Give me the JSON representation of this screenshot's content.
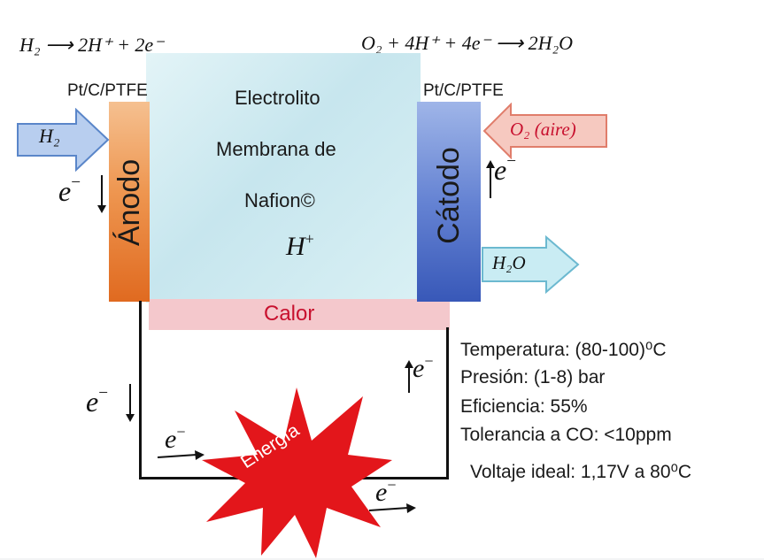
{
  "equations": {
    "anode": "H₂ ⟶ 2H⁺ + 2e⁻",
    "cathode": "O₂ + 4H⁺ + 4e⁻ ⟶ 2H₂O"
  },
  "electrodes": {
    "anode_catalyst": "Pt/C/PTFE",
    "cathode_catalyst": "Pt/C/PTFE",
    "anode_label": "Ánodo",
    "cathode_label": "Cátodo"
  },
  "electrolyte": {
    "line1": "Electrolito",
    "line2": "Membrana de",
    "line3": "Nafion©",
    "ion": "H",
    "ion_charge": "+"
  },
  "arrows": {
    "h2_in": "H₂",
    "o2_in": "O₂ (aire)",
    "h2o_out": "H₂O"
  },
  "electron": {
    "symbol": "e",
    "charge": "−"
  },
  "heat": "Calor",
  "energy": "Energía",
  "specs": [
    "Temperatura: (80-100)⁰C",
    "Presión: (1-8) bar",
    "Eficiencia: 55%",
    "Tolerancia a CO: <10ppm",
    "Voltaje ideal: 1,17V a 80⁰C"
  ],
  "colors": {
    "anode_top": "#f5c090",
    "anode_bottom": "#e06a20",
    "cathode_top": "#9fb5e8",
    "cathode_bottom": "#3858b8",
    "membrane": "#cfe9ef",
    "h2_arrow": "#b8ceef",
    "o2_arrow": "#f6c9c0",
    "h2o_arrow": "#c9ecf3",
    "heat_band": "#f4c8cc",
    "energy_star": "#e3161b"
  }
}
